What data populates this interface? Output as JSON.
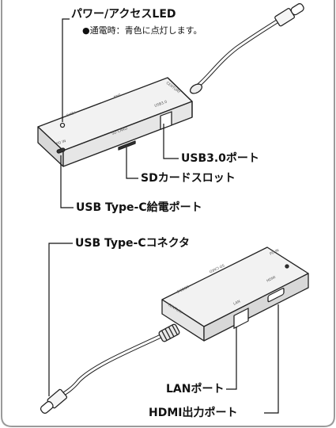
{
  "labels": {
    "power_led": "パワー/アクセスLED",
    "power_led_note": "●通電時：青色に点灯します。",
    "usb30_port": "USB3.0ポート",
    "sd_slot": "SDカードスロット",
    "usbc_power": "USB Type-C給電ポート",
    "usbc_connector": "USB Type-Cコネクタ",
    "lan_port": "LANポート",
    "hdmi_port": "HDMI出力ポート"
  },
  "device": {
    "brand": "CENTURY",
    "top_ports": [
      "HDMI",
      "LAN",
      "USB3.0"
    ],
    "front_ports": [
      "PD IN",
      "SD CARD",
      "USB3.0"
    ],
    "bottom_top_ports": [
      "USB3.0",
      "SD CARD",
      "PD IN"
    ],
    "bottom_front_ports": [
      "HDMI",
      "LAN"
    ]
  },
  "colors": {
    "frame": "#9a9a9a",
    "line": "#222222",
    "body_fill": "#f2f2f2",
    "front_fill": "#dedede"
  }
}
